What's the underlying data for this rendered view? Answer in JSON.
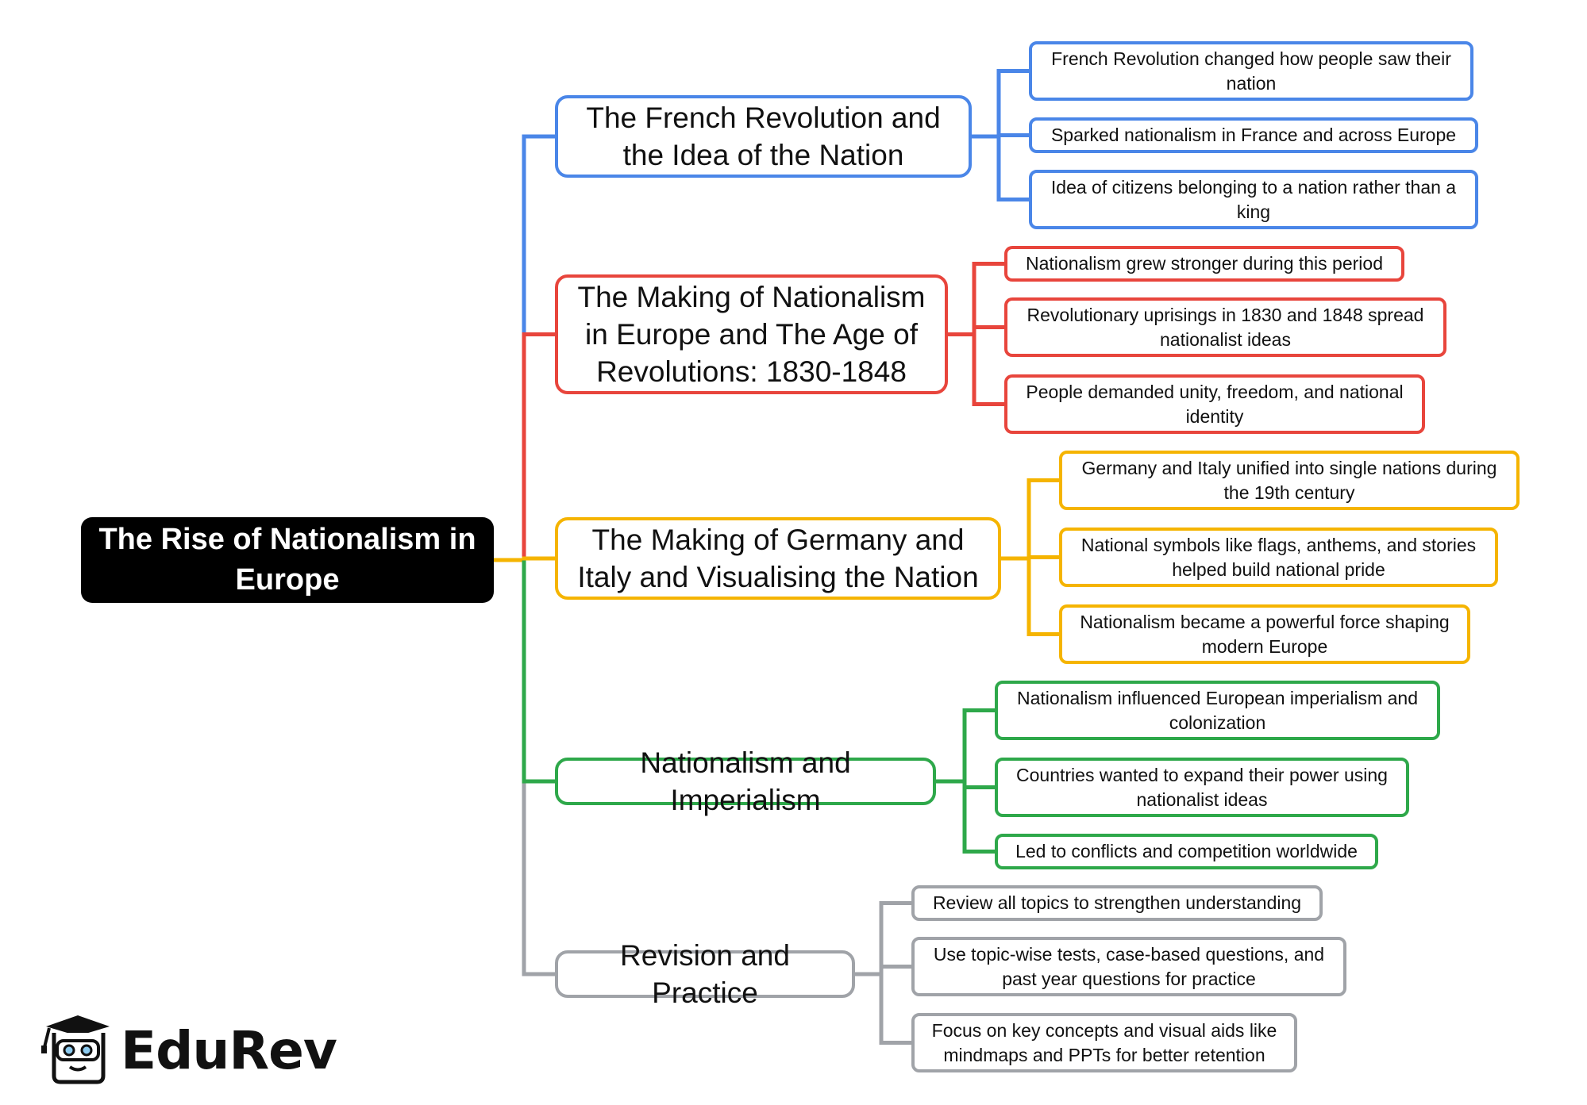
{
  "mindmap": {
    "root": {
      "label": "The Rise of Nationalism in Europe"
    },
    "branches": [
      {
        "label": "The French Revolution and the Idea of the Nation",
        "color": "#4A86E8",
        "leaves": [
          "French Revolution changed how people saw their nation",
          "Sparked nationalism in France and across Europe",
          "Idea of citizens belonging to a nation rather than a king"
        ]
      },
      {
        "label": "The Making of Nationalism in Europe and The Age of Revolutions: 1830-1848",
        "color": "#E8453C",
        "leaves": [
          "Nationalism grew stronger during this period",
          "Revolutionary uprisings in 1830 and 1848 spread nationalist ideas",
          "People demanded unity, freedom, and national identity"
        ]
      },
      {
        "label": "The Making of Germany and Italy and Visualising the Nation",
        "color": "#F5B400",
        "leaves": [
          "Germany and Italy unified into single nations during the 19th century",
          "National symbols like flags, anthems, and stories helped build national pride",
          "Nationalism became a powerful force shaping modern Europe"
        ]
      },
      {
        "label": "Nationalism and Imperialism",
        "color": "#2EA84A",
        "leaves": [
          "Nationalism influenced European imperialism and colonization",
          "Countries wanted to expand their power using nationalist ideas",
          "Led to conflicts and competition worldwide"
        ]
      },
      {
        "label": "Revision and Practice",
        "color": "#A0A3A8",
        "leaves": [
          "Review all topics to strengthen understanding",
          "Use topic-wise tests, case-based questions, and past year questions for practice",
          "Focus on key concepts and visual aids like mindmaps and PPTs for better retention"
        ]
      }
    ]
  },
  "logo": {
    "text": "EduRev",
    "icon": "graduation-cap-mascot-icon"
  }
}
